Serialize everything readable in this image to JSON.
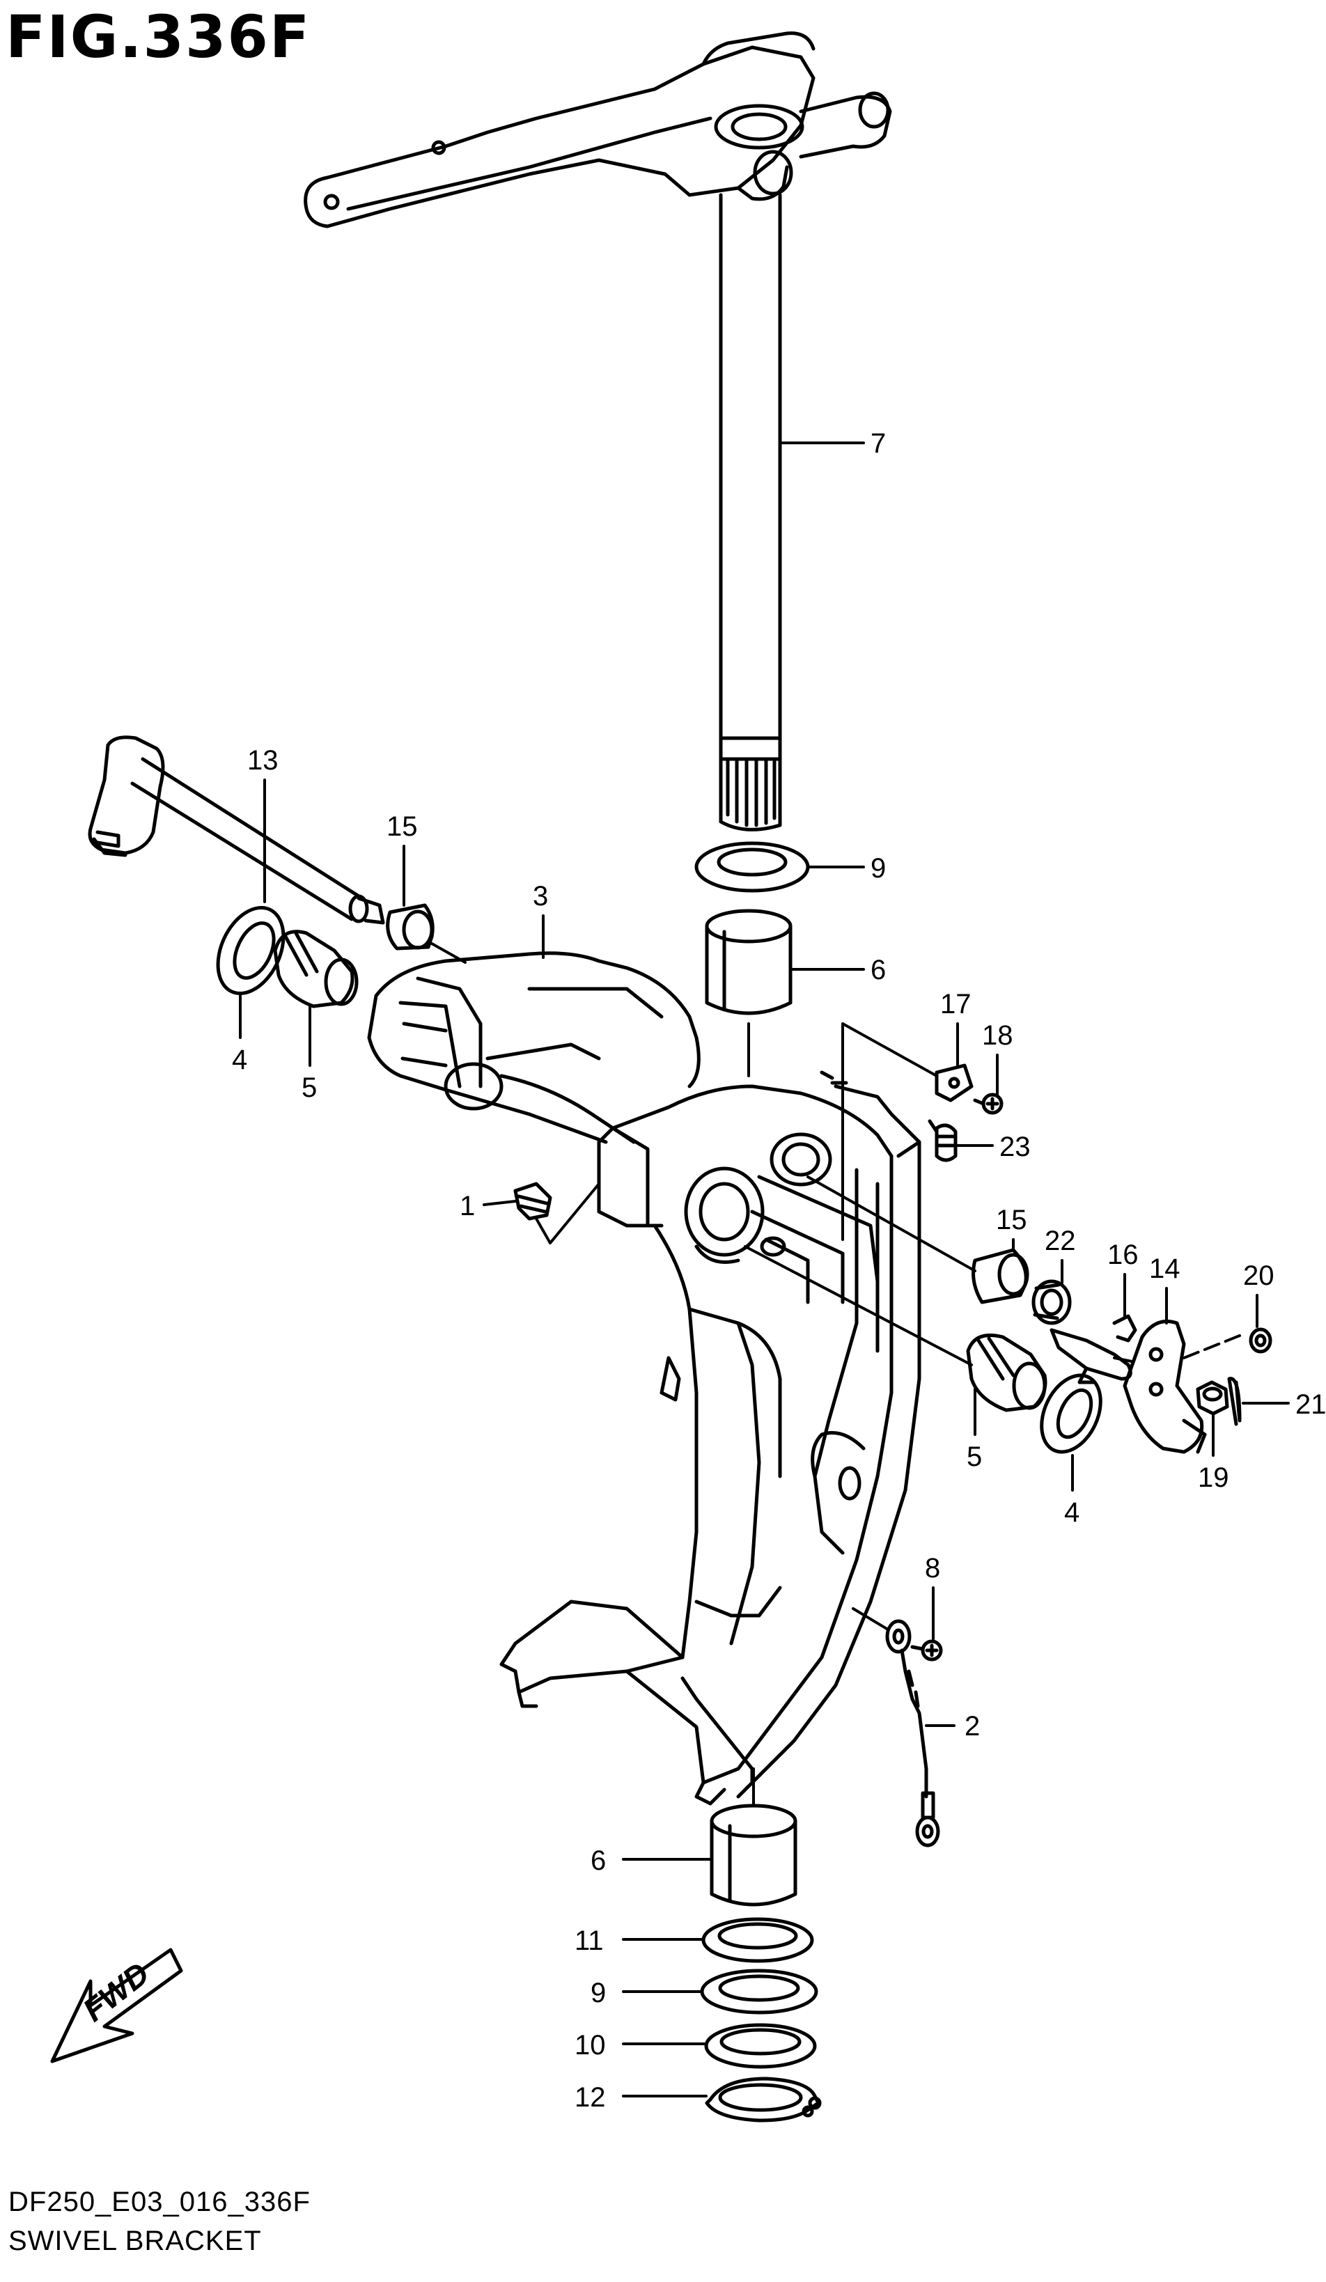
{
  "figure": {
    "title": "FIG.336F",
    "code": "DF250_E03_016_336F",
    "name": "SWIVEL BRACKET",
    "direction_label": "FWD"
  },
  "callouts": [
    "1",
    "2",
    "3",
    "4",
    "5",
    "6",
    "7",
    "8",
    "9",
    "10",
    "11",
    "12",
    "13",
    "14",
    "15",
    "16",
    "17",
    "18",
    "19",
    "20",
    "21",
    "22",
    "23"
  ]
}
